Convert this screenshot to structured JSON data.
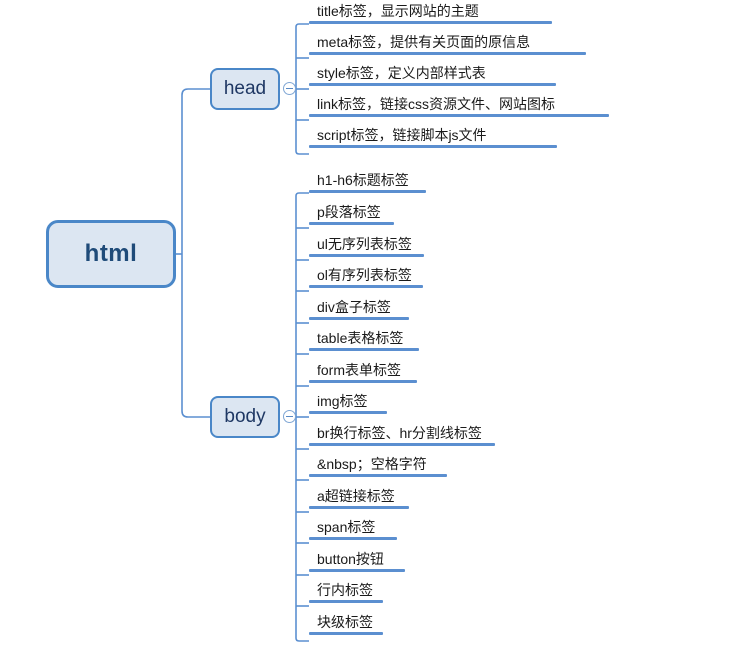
{
  "diagram": {
    "type": "mindmap",
    "root": {
      "label": "html",
      "fill_color": "#dce6f2",
      "border_color": "#4a87c8",
      "text_color": "#1f4b79"
    },
    "branches": [
      {
        "label": "head",
        "toggle_icon": "collapse-minus-icon",
        "children": [
          {
            "label": "title标签，显示网站的主题"
          },
          {
            "label": "meta标签，提供有关页面的原信息"
          },
          {
            "label": "style标签，定义内部样式表"
          },
          {
            "label": "link标签，链接css资源文件、网站图标"
          },
          {
            "label": "script标签，链接脚本js文件"
          }
        ]
      },
      {
        "label": "body",
        "toggle_icon": "collapse-minus-icon",
        "children": [
          {
            "label": "h1-h6标题标签"
          },
          {
            "label": "p段落标签"
          },
          {
            "label": "ul无序列表标签"
          },
          {
            "label": "ol有序列表标签"
          },
          {
            "label": "div盒子标签"
          },
          {
            "label": "table表格标签"
          },
          {
            "label": "form表单标签"
          },
          {
            "label": "img标签"
          },
          {
            "label": "br换行标签、hr分割线标签"
          },
          {
            "label": "&nbsp；空格字符"
          },
          {
            "label": "a超链接标签"
          },
          {
            "label": "span标签"
          },
          {
            "label": "button按钮"
          },
          {
            "label": "行内标签"
          },
          {
            "label": "块级标签"
          }
        ]
      }
    ],
    "line_color": "#5b8fd0",
    "bar_color": "#5b8fd0"
  }
}
